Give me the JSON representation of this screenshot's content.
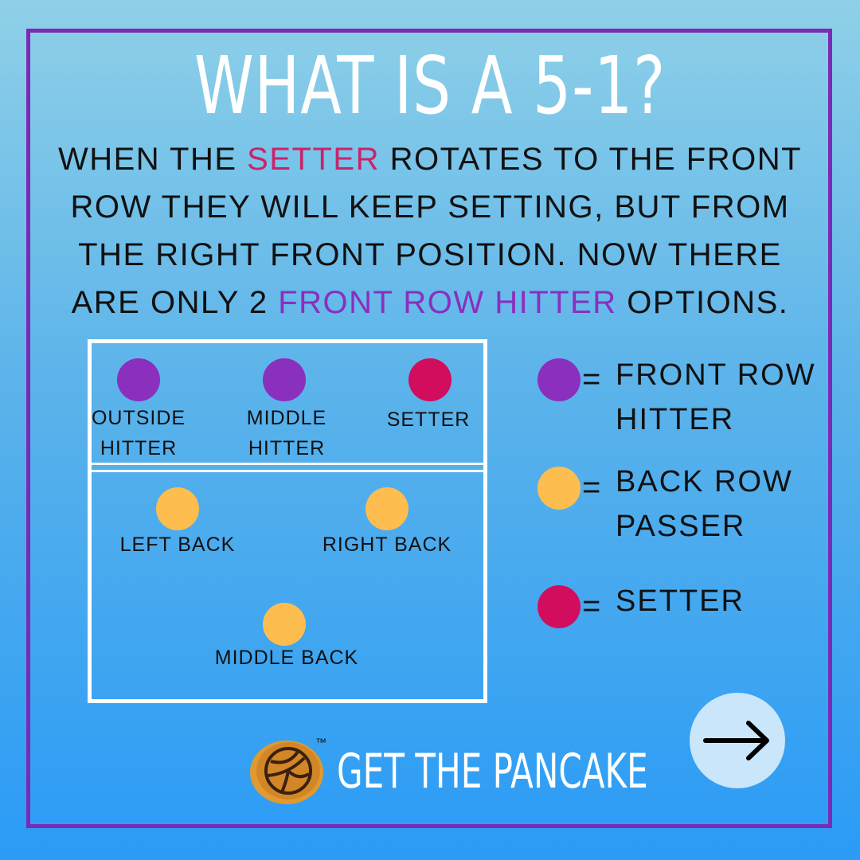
{
  "title": "WHAT IS A 5-1?",
  "body": {
    "part1": "WHEN THE ",
    "setter_word": "SETTER",
    "part2": " ROTATES TO THE FRONT ROW THEY WILL KEEP SETTING, BUT FROM THE RIGHT FRONT POSITION.  NOW THERE ARE ONLY 2 ",
    "hitter_words": "FRONT ROW HITTER",
    "part3": " OPTIONS."
  },
  "court": {
    "front_row": {
      "outside_hitter_line1": "OUTSIDE",
      "outside_hitter_line2": "HITTER",
      "middle_hitter_line1": "MIDDLE",
      "middle_hitter_line2": "HITTER",
      "setter": "SETTER"
    },
    "back_row": {
      "left_back": "LEFT BACK",
      "right_back": "RIGHT BACK",
      "middle_back": "MIDDLE BACK"
    }
  },
  "legend": {
    "equals": "=",
    "front_row_hitter_line1": "FRONT ROW",
    "front_row_hitter_line2": "HITTER",
    "back_row_passer_line1": "BACK ROW",
    "back_row_passer_line2": "PASSER",
    "setter": "SETTER"
  },
  "colors": {
    "front_row_hitter": "#8a2fbe",
    "back_row_passer": "#fdbd4f",
    "setter": "#d20d5d",
    "frame": "#7b2ab5"
  },
  "brand": {
    "name": "GET THE PANCAKE",
    "trademark": "™",
    "logo_icon": "volleyball-icon"
  },
  "next_button": {
    "icon": "arrow-right-icon"
  }
}
